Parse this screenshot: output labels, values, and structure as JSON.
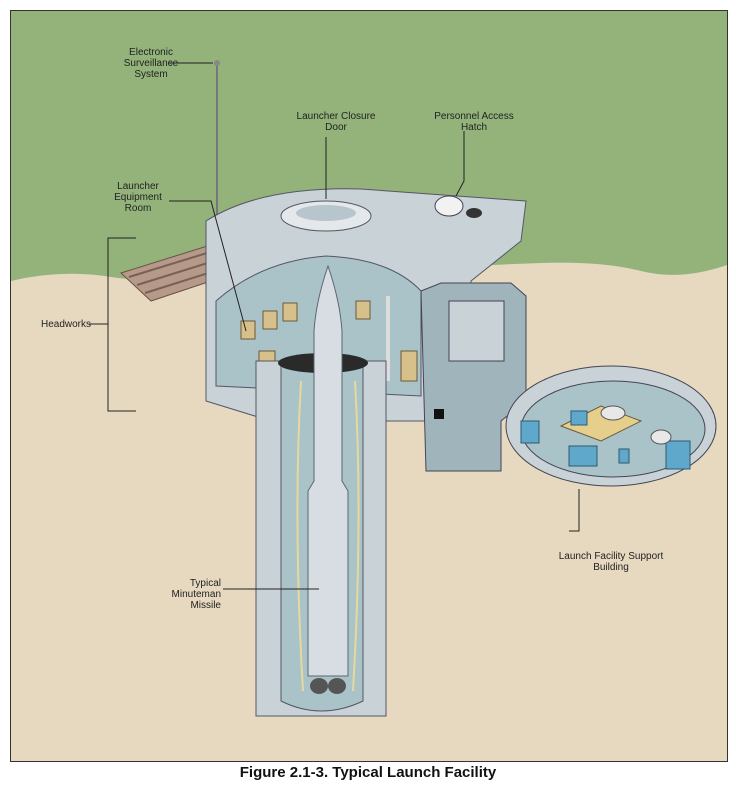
{
  "labels": {
    "surveillance": "Electronic Surveillance System",
    "closure_door": "Launcher Closure Door",
    "access_hatch": "Personnel Access Hatch",
    "equipment_room": "Launcher Equipment Room",
    "headworks": "Headworks",
    "missile": "Typical Minuteman Missile",
    "support_building": "Launch Facility Support Building"
  },
  "caption": "Figure 2.1-3. Typical Launch Facility",
  "colors": {
    "sky": "#93b37a",
    "ground": "#e6d9bf",
    "concrete": "#c9d2d6",
    "interior": "#a9c3c9",
    "missile": "#d7dde2"
  }
}
